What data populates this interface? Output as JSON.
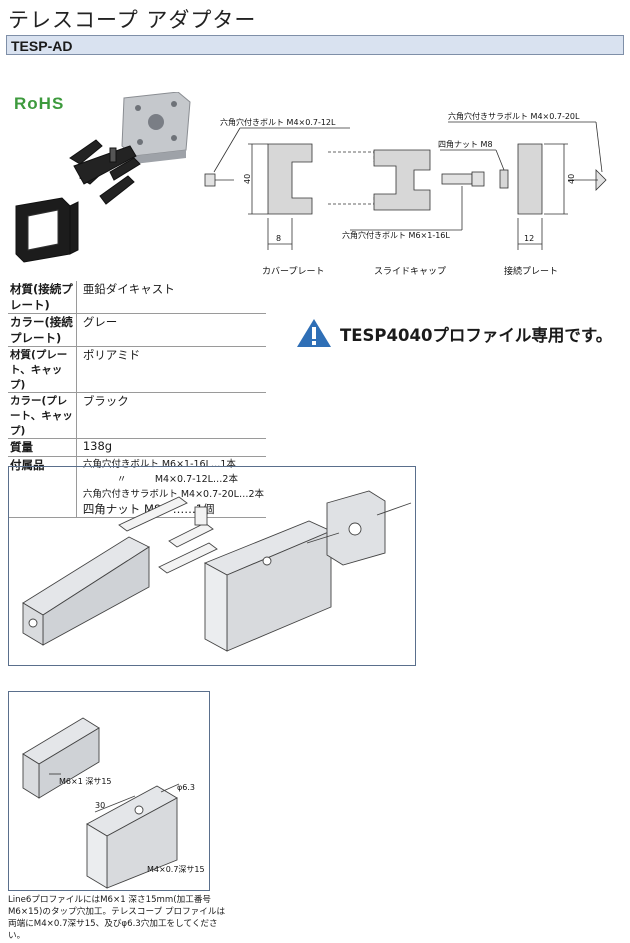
{
  "title": "テレスコープ アダプター",
  "model": "TESP-AD",
  "rohs_logo": "RoHS",
  "drawing": {
    "bolt_top_left": "六角穴付きボルト M4×0.7-12L",
    "countersunk_top_right": "六角穴付きサラボルト M4×0.7-20L",
    "square_nut": "四角ナット M8",
    "bolt_bottom": "六角穴付きボルト M6×1-16L",
    "dim_40_left": "40",
    "dim_40_right": "40",
    "dim_8": "8",
    "dim_12": "12",
    "part_cover": "カバープレート",
    "part_slide": "スライドキャップ",
    "part_connect": "接続プレート"
  },
  "specs": {
    "rows": [
      {
        "key": "材質(接続プレート)",
        "value": "亜鉛ダイキャスト"
      },
      {
        "key": "カラー(接続プレート)",
        "value": "グレー"
      },
      {
        "key": "材質(プレート、キャップ)",
        "value": "ポリアミド"
      },
      {
        "key": "カラー(プレート、キャップ)",
        "value": "ブラック"
      },
      {
        "key": "質量",
        "value": "138g"
      }
    ],
    "accessories_key": "付属品",
    "accessories": [
      "六角穴付きボルト M6×1-16L…1本",
      "〃　　　M4×0.7-12L…2本",
      "六角穴付きサラボルト M4×0.7-20L…2本",
      "四角ナット M8　……1個"
    ]
  },
  "warning": "TESP4040プロファイル専用です。",
  "detail": {
    "label_m6": "M6×1 深サ15",
    "label_30": "30",
    "label_phi": "φ6.3",
    "label_m4": "M4×0.7深サ15"
  },
  "note": "Line6プロファイルにはM6×1 深さ15mm(加工番号M6×15)のタップ穴加工。テレスコープ プロファイルは両端にM4×0.7深サ15、及びφ6.3穴加工をしてください。"
}
